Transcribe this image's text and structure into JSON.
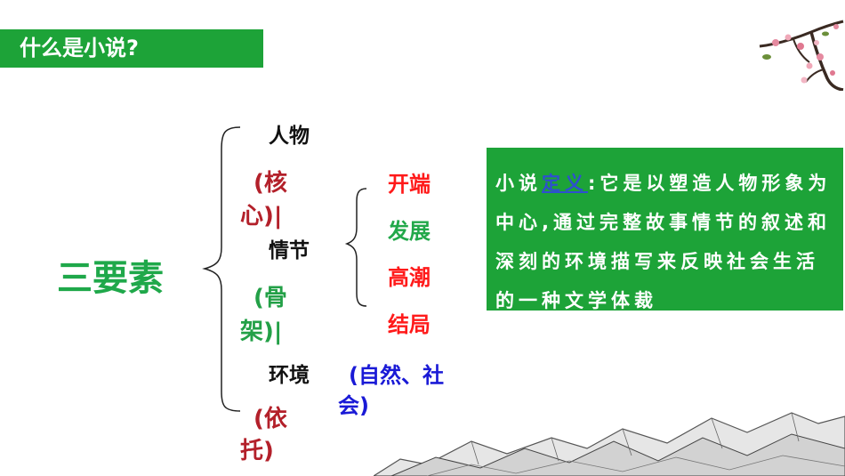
{
  "title": "什么是小说?",
  "main_label": "三要素",
  "elements": {
    "character": "人物",
    "character_note_a": "(核",
    "character_note_b": "心)|",
    "plot": "情节",
    "plot_note_a": "(骨",
    "plot_note_b": "架)|",
    "environment": "环境",
    "environment_note_a": "(依",
    "environment_note_b": "托)"
  },
  "plot_stages": [
    "开端",
    "发展",
    "高潮",
    "结局"
  ],
  "environment_types_a": "(自然、社",
  "environment_types_b": "会)",
  "definition": {
    "prefix": "小说",
    "link": "定义",
    "body": ":它是以塑造人物形象为中心,通过完整故事情节的叙述和深刻的环境描写来反映社会生活的一种文学体裁"
  },
  "colors": {
    "accent_green": "#1da338",
    "red": "#ff1a1a",
    "dark_red": "#b3202a",
    "blue": "#1a1ad6"
  }
}
